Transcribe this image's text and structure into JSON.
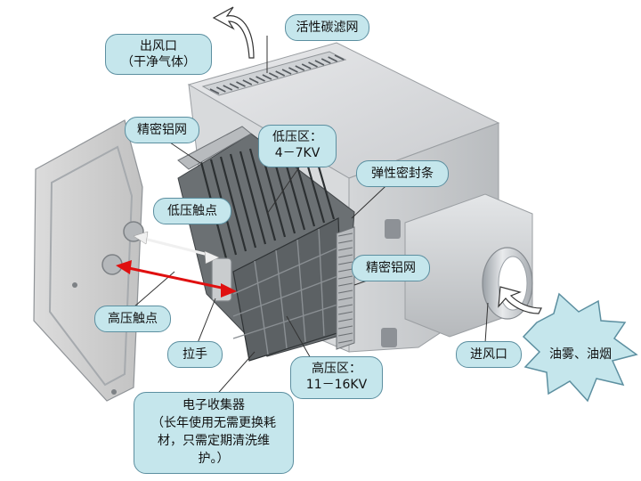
{
  "labels": {
    "outlet": {
      "line1": "出风口",
      "line2": "（干净气体）"
    },
    "carbon_filter": "活性碳滤网",
    "fine_mesh_top": "精密铝网",
    "low_voltage_zone": {
      "line1": "低压区：",
      "line2": "4－7KV"
    },
    "elastic_seal": "弹性密封条",
    "low_voltage_contact": "低压触点",
    "fine_mesh_right": "精密铝网",
    "high_voltage_contact": "高压触点",
    "handle": "拉手",
    "inlet": "进风口",
    "oil_smoke": "油雾、油烟",
    "high_voltage_zone": {
      "line1": "高压区：",
      "line2": "11－16KV"
    },
    "collector": {
      "title": "电子收集器",
      "desc1": "（长年使用无需更换耗",
      "desc2": "材，只需定期清洗维",
      "desc3": "护。）"
    }
  },
  "colors": {
    "callout_fill": "#c5e6ec",
    "callout_border": "#5c8fa0",
    "hv_arrow": "#e01010",
    "lv_arrow": "#f0f0f0"
  }
}
